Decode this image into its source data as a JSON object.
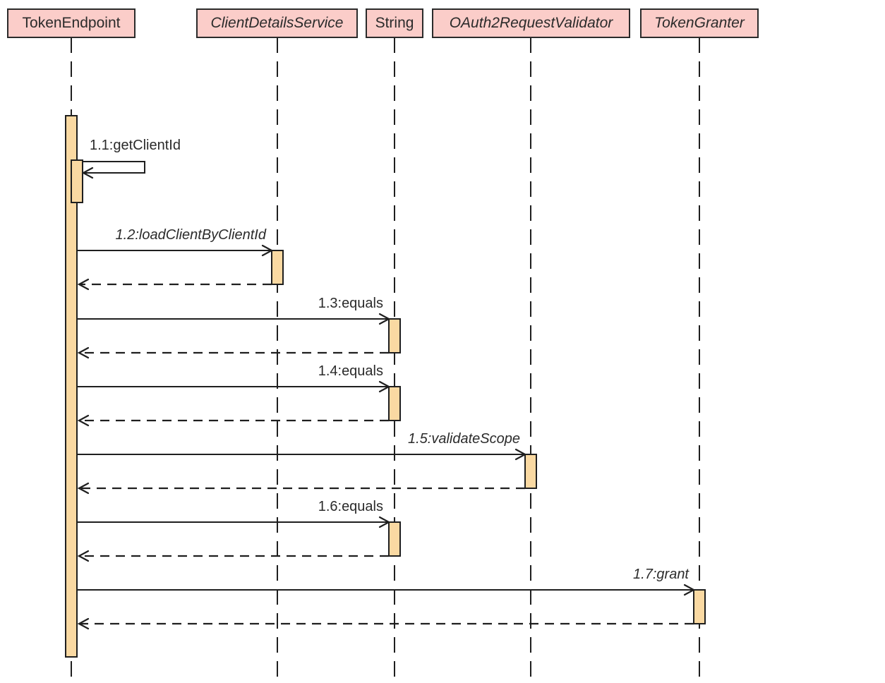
{
  "diagram": {
    "type": "uml-sequence-diagram",
    "colors": {
      "background": "#ffffff",
      "participant_fill": "#fbcdc9",
      "participant_border": "#2b2b2b",
      "activation_fill": "#fad9a2",
      "activation_border": "#1f1f1f",
      "line": "#1f1f1f",
      "text": "#2b2b2b"
    },
    "participants": [
      {
        "label": "TokenEndpoint",
        "italic": false
      },
      {
        "label": "ClientDetailsService",
        "italic": true
      },
      {
        "label": "String",
        "italic": false
      },
      {
        "label": "OAuth2RequestValidator",
        "italic": true
      },
      {
        "label": "TokenGranter",
        "italic": true
      }
    ],
    "messages": [
      {
        "label": "1.1:getClientId",
        "from": "TokenEndpoint",
        "to": "TokenEndpoint",
        "kind": "self-call",
        "italic": false
      },
      {
        "label": "1.2:loadClientByClientId",
        "from": "TokenEndpoint",
        "to": "ClientDetailsService",
        "kind": "call-with-return",
        "italic": true
      },
      {
        "label": "1.3:equals",
        "from": "TokenEndpoint",
        "to": "String",
        "kind": "call-with-return",
        "italic": false
      },
      {
        "label": "1.4:equals",
        "from": "TokenEndpoint",
        "to": "String",
        "kind": "call-with-return",
        "italic": false
      },
      {
        "label": "1.5:validateScope",
        "from": "TokenEndpoint",
        "to": "OAuth2RequestValidator",
        "kind": "call-with-return",
        "italic": true
      },
      {
        "label": "1.6:equals",
        "from": "TokenEndpoint",
        "to": "String",
        "kind": "call-with-return",
        "italic": false
      },
      {
        "label": "1.7:grant",
        "from": "TokenEndpoint",
        "to": "TokenGranter",
        "kind": "call-with-return",
        "italic": true
      }
    ]
  }
}
